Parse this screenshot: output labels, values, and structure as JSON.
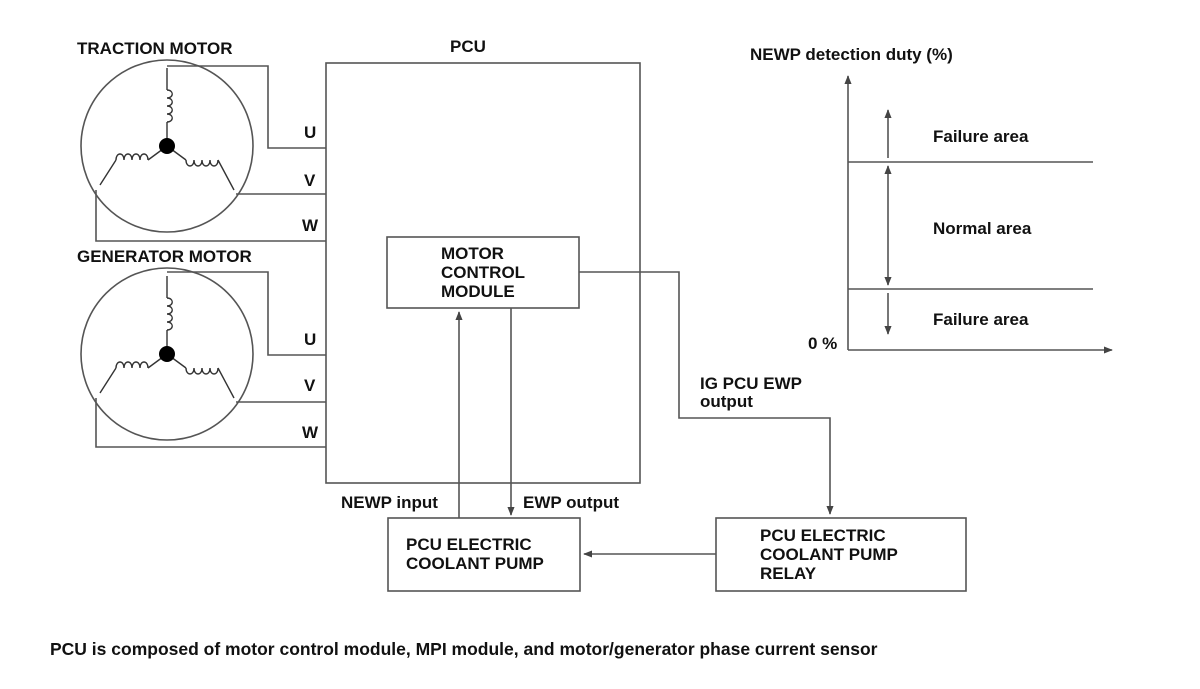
{
  "motors": {
    "traction_label": "TRACTION MOTOR",
    "generator_label": "GENERATOR MOTOR",
    "phases": [
      "U",
      "V",
      "W"
    ]
  },
  "pcu": {
    "label": "PCU",
    "mcm_lines": [
      "MOTOR",
      "CONTROL",
      "MODULE"
    ]
  },
  "signals": {
    "newp_input": "NEWP input",
    "ewp_output": "EWP output",
    "ig_lines": [
      "IG PCU EWP",
      "output"
    ]
  },
  "pump": {
    "lines": [
      "PCU ELECTRIC",
      "COOLANT PUMP"
    ]
  },
  "relay": {
    "lines": [
      "PCU ELECTRIC",
      "COOLANT PUMP",
      "RELAY"
    ]
  },
  "chart": {
    "title": "NEWP detection duty (%)",
    "zero_label": "0 %",
    "areas": {
      "failure_upper": "Failure area",
      "normal": "Normal area",
      "failure_lower": "Failure area"
    }
  },
  "caption": "PCU is composed of motor control module, MPI module, and motor/generator phase current sensor",
  "colors": {
    "line": "#555555",
    "text": "#111111",
    "background": "#ffffff"
  }
}
